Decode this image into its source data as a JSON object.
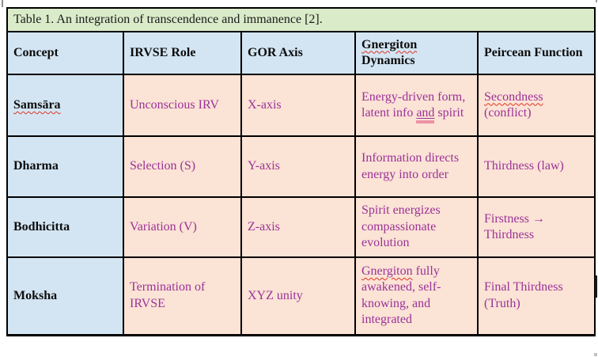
{
  "colors": {
    "green": "#d9ebc9",
    "blue": "#d3e5f3",
    "pink": "#fbe3d5",
    "purple": "#9b3298",
    "spellred": "#e03424",
    "pinkmark": "#ee92a5"
  },
  "table": {
    "title": "Table 1. An integration of transcendence and immanence [2].",
    "header": {
      "cells": [
        [
          {
            "t": "Concept"
          }
        ],
        [
          {
            "t": "IRVSE Role"
          }
        ],
        [
          {
            "t": "GOR Axis"
          }
        ],
        [
          {
            "t": "Gnergiton",
            "spell": true
          },
          {
            "t": " Dynamics"
          }
        ],
        [
          {
            "t": "Peircean Function"
          }
        ]
      ]
    },
    "rows": [
      {
        "cells": [
          [
            {
              "t": "Samsāra",
              "spell": true
            }
          ],
          [
            {
              "t": "Unconscious IRV"
            }
          ],
          [
            {
              "t": "X-axis"
            }
          ],
          [
            {
              "t": "Energy-driven form, latent info "
            },
            {
              "t": "and",
              "gram": true
            },
            {
              "t": " spirit"
            }
          ],
          [
            {
              "t": "Secondness",
              "spell": true
            },
            {
              "t": " (conflict)"
            }
          ]
        ]
      },
      {
        "cells": [
          [
            {
              "t": "Dharma"
            }
          ],
          [
            {
              "t": "Selection (S)"
            }
          ],
          [
            {
              "t": "Y-axis"
            }
          ],
          [
            {
              "t": "Information directs energy into order"
            }
          ],
          [
            {
              "t": "Thirdness (law)"
            }
          ]
        ]
      },
      {
        "cells": [
          [
            {
              "t": "Bodhicitta"
            }
          ],
          [
            {
              "t": "Variation (V)"
            }
          ],
          [
            {
              "t": "Z-axis"
            }
          ],
          [
            {
              "t": "Spirit energizes compassionate evolution"
            }
          ],
          [
            {
              "t": "Firstness → Thirdness"
            }
          ]
        ]
      },
      {
        "cells": [
          [
            {
              "t": "Moksha"
            }
          ],
          [
            {
              "t": "Termination of IRVSE"
            }
          ],
          [
            {
              "t": "XYZ unity"
            }
          ],
          [
            {
              "t": "Gnergiton",
              "spell": true
            },
            {
              "t": " fully awakened, self-knowing, and integrated"
            }
          ],
          [
            {
              "t": "Final Thirdness (Truth)"
            }
          ]
        ]
      }
    ]
  }
}
